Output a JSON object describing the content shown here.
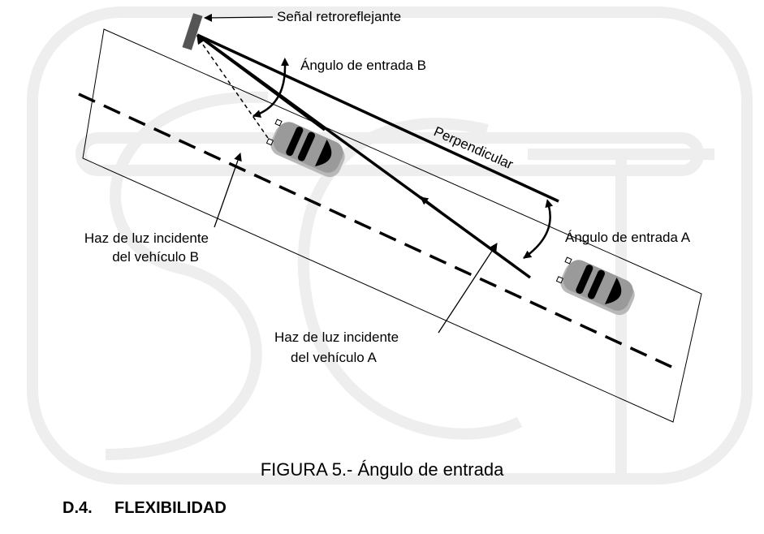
{
  "labels": {
    "sign": "Señal retroreflejante",
    "angle_b": "Ángulo de entrada B",
    "perpendicular": "Perpendicular",
    "angle_a": "Ángulo de entrada A",
    "beam_b_line1": "Haz de luz incidente",
    "beam_b_line2": "del vehículo B",
    "beam_a_line1": "Haz de luz incidente",
    "beam_a_line2": "del vehículo A"
  },
  "watermark_text": "SCT",
  "caption": "FIGURA 5.-  Ángulo de entrada",
  "section": {
    "number": "D.4.",
    "title": "FLEXIBILIDAD"
  },
  "colors": {
    "line": "#000000",
    "car_body": "#9a9a9a",
    "car_shadow": "#b8b8b8",
    "watermark": "#ececec"
  }
}
